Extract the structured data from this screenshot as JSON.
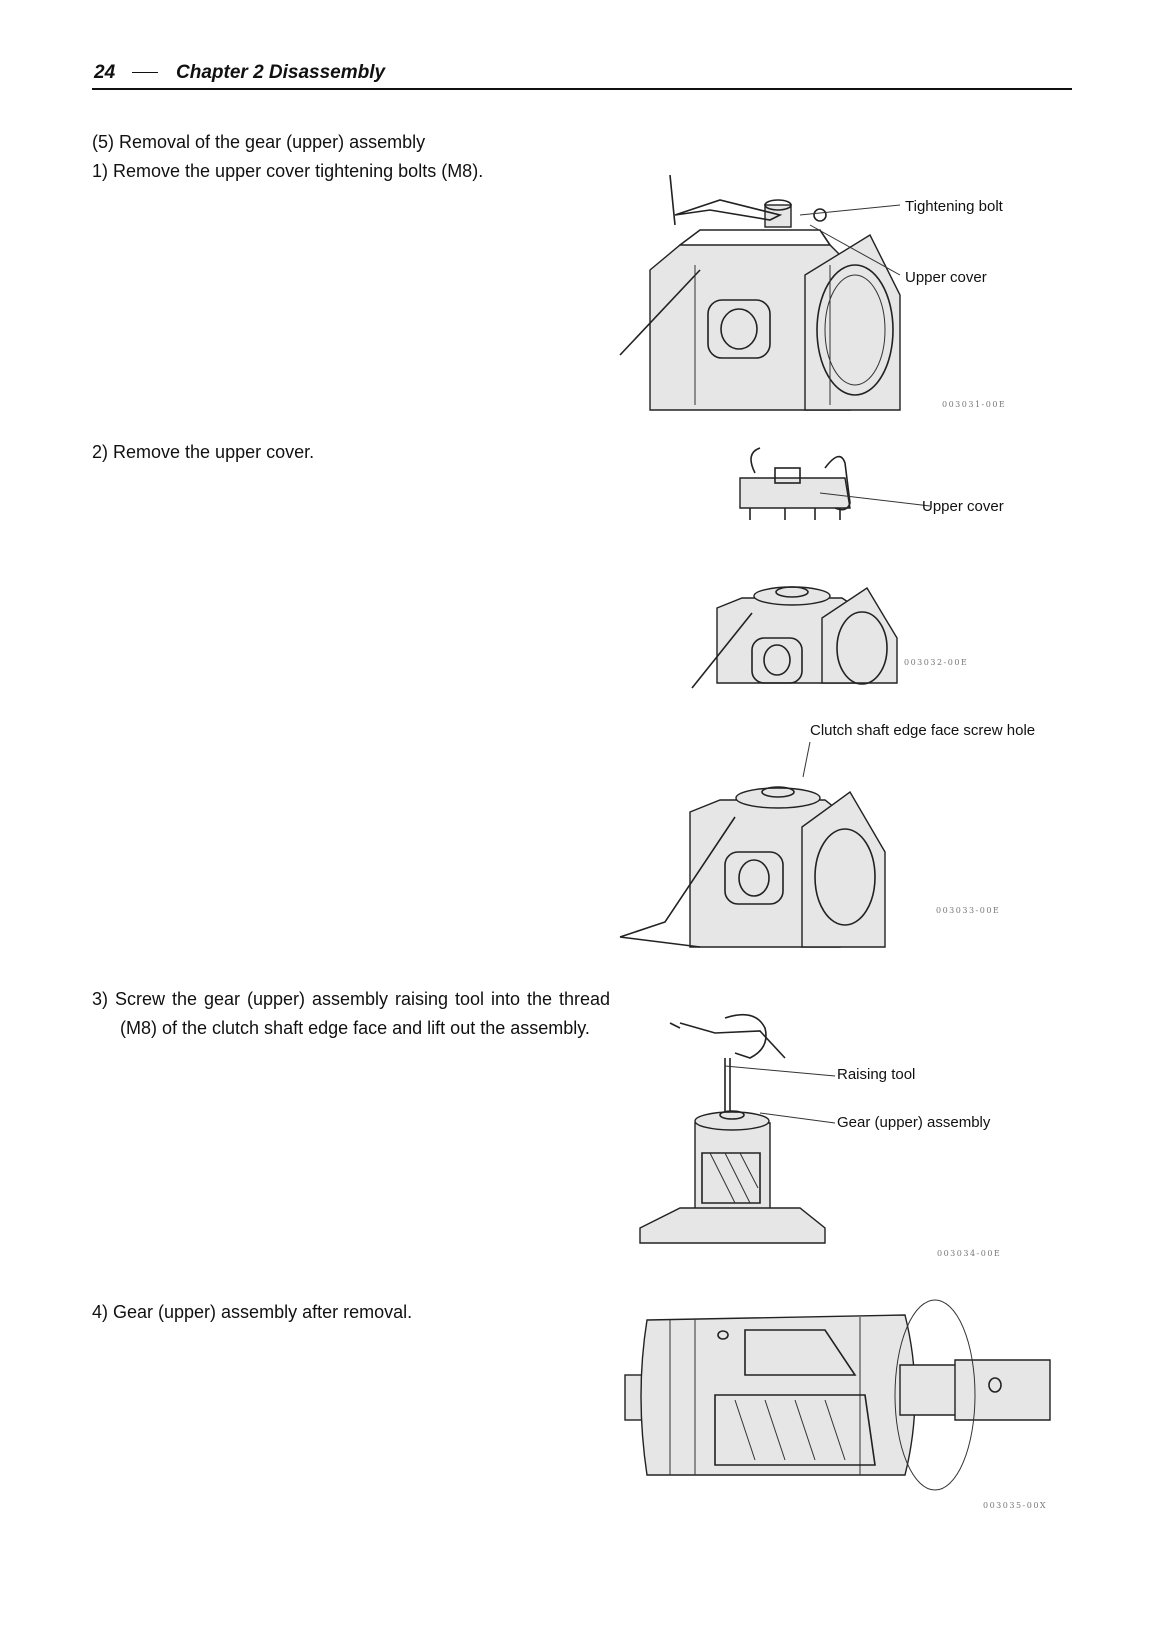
{
  "header": {
    "page_number": "24",
    "chapter": "Chapter 2 Disassembly"
  },
  "section": {
    "title": "(5) Removal of the gear (upper) assembly"
  },
  "steps": [
    {
      "text": "1) Remove the upper cover tightening bolts (M8)."
    },
    {
      "text": "2) Remove the upper cover."
    },
    {
      "text": "3) Screw the gear (upper) assembly raising tool into the thread (M8) of the clutch shaft edge face and lift out the assembly."
    },
    {
      "text": "4) Gear (upper) assembly after removal."
    }
  ],
  "figures": [
    {
      "labels": [
        "Tightening bolt",
        "Upper cover"
      ],
      "code": "003031-00E"
    },
    {
      "labels": [
        "Upper cover"
      ],
      "code": "003032-00E"
    },
    {
      "labels": [
        "Clutch shaft edge face screw hole"
      ],
      "code": "003033-00E"
    },
    {
      "labels": [
        "Raising tool",
        "Gear (upper) assembly"
      ],
      "code": "003034-00E"
    },
    {
      "labels": [],
      "code": "003035-00X"
    }
  ]
}
